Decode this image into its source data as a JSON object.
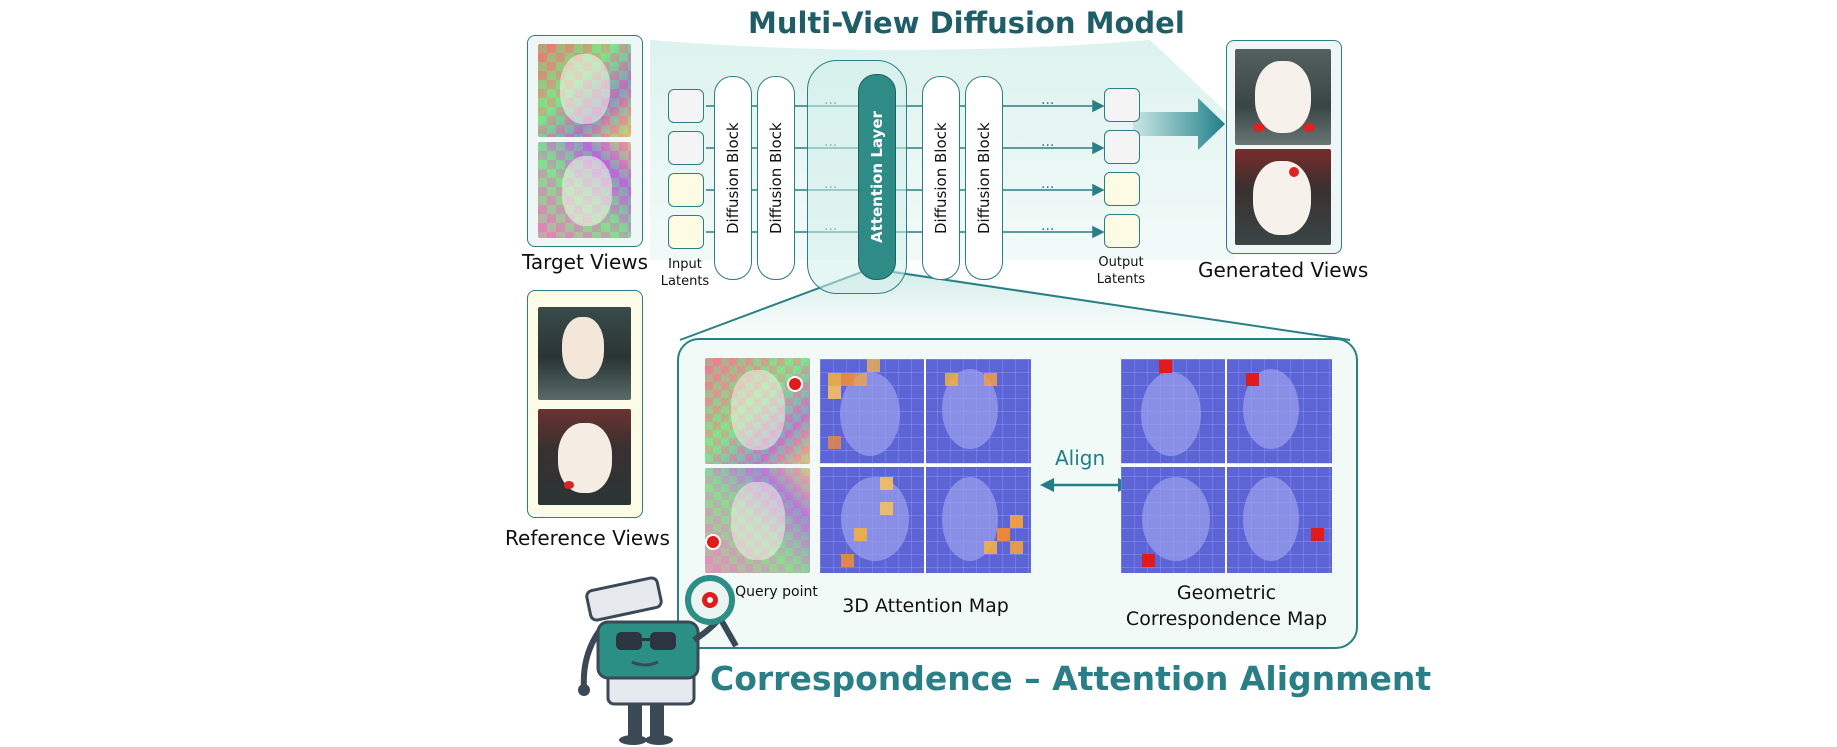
{
  "header": {
    "title": "Multi-View Diffusion Model"
  },
  "left": {
    "target_label": "Target Views",
    "reference_label": "Reference Views"
  },
  "pipeline": {
    "input_label": "Input\nLatents",
    "output_label": "Output\nLatents",
    "blocks": [
      "Diffusion Block",
      "Diffusion Block",
      "Attention Layer",
      "Diffusion Block",
      "Diffusion Block"
    ],
    "ellipsis": "..."
  },
  "right": {
    "generated_label": "Generated Views"
  },
  "detail": {
    "query_label": ": Query point",
    "attention_label": "3D Attention Map",
    "align_label": "Align",
    "geometric_label_1": "Geometric",
    "geometric_label_2": "Correspondence Map"
  },
  "footer": {
    "title": "Correspondence – Attention Alignment"
  },
  "colors": {
    "teal": "#2a7f86",
    "dark_teal": "#1f5e66",
    "attention_fill": "#2f8b85",
    "blue_map": "#5d64d6",
    "query_red": "#e01b1b"
  }
}
